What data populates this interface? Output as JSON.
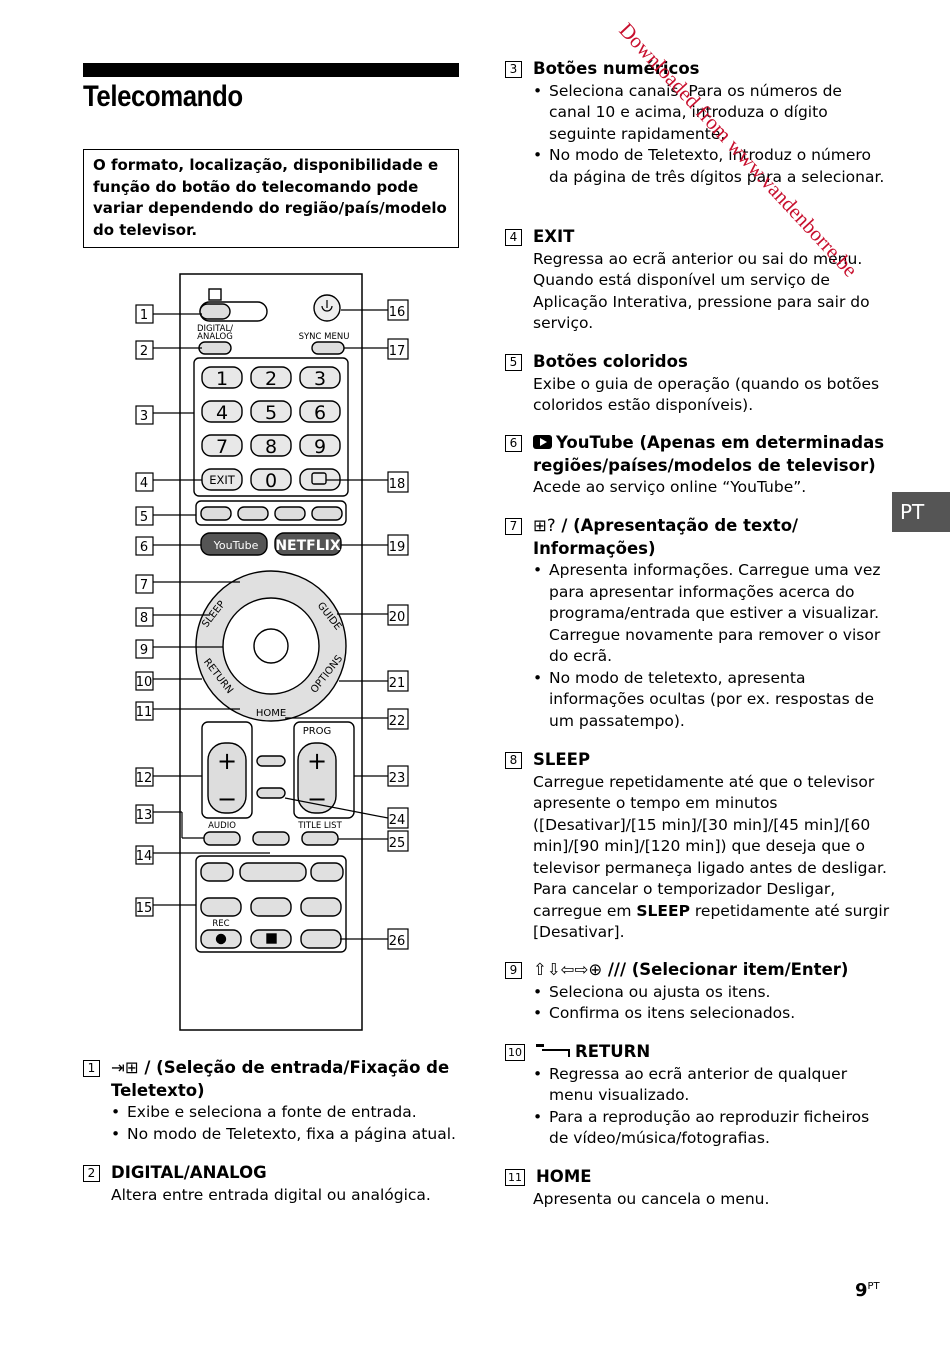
{
  "page": {
    "title": "Telecomando",
    "note": "O formato, localização, disponibilidade e função do botão do telecomando pode variar dependendo do região/país/modelo do televisor.",
    "language_tab": "PT",
    "page_number": "9",
    "page_number_suffix": "PT",
    "watermark": "Downloaded from www.vandenborre.be"
  },
  "remote": {
    "callouts_left": [
      "1",
      "2",
      "3",
      "4",
      "5",
      "6",
      "7",
      "8",
      "9",
      "10",
      "11",
      "12",
      "13",
      "14",
      "15"
    ],
    "callouts_right": [
      "16",
      "17",
      "18",
      "19",
      "20",
      "21",
      "22",
      "23",
      "24",
      "25",
      "26"
    ],
    "labels": {
      "digital_analog": "DIGITAL/ ANALOG",
      "digital_analog_l1": "DIGITAL/",
      "digital_analog_l2": "ANALOG",
      "sync_menu": "SYNC MENU",
      "exit": "EXIT",
      "youtube": "YouTube",
      "netflix": "NETFLIX",
      "sleep": "SLEEP",
      "guide": "GUIDE",
      "return": "RETURN",
      "options": "OPTIONS",
      "home": "HOME",
      "prog": "PROG",
      "audio": "AUDIO",
      "title_list": "TITLE LIST",
      "rec": "REC",
      "digits": [
        "1",
        "2",
        "3",
        "4",
        "5",
        "6",
        "7",
        "8",
        "9",
        "0"
      ]
    }
  },
  "left_sections": [
    {
      "num": "1",
      "heading": "/ (Seleção de entrada/Fixação de Teletexto)",
      "bullets": [
        "Exibe e seleciona a fonte de entrada.",
        "No modo de Teletexto, fixa a página atual."
      ]
    },
    {
      "num": "2",
      "heading": "DIGITAL/ANALOG",
      "text": "Altera entre entrada digital ou analógica."
    }
  ],
  "right_sections": [
    {
      "num": "3",
      "heading": "Botões numéricos",
      "bullets": [
        "Seleciona canais. Para os números de canal 10 e acima, introduza o dígito seguinte rapidamente.",
        "No modo de Teletexto, introduz o número da página de três dígitos para a selecionar."
      ]
    },
    {
      "num": "4",
      "heading": "EXIT",
      "text": "Regressa ao ecrã anterior ou sai do menu. Quando está disponível um serviço de Aplicação Interativa, pressione para sair do serviço."
    },
    {
      "num": "5",
      "heading": "Botões coloridos",
      "text": "Exibe o guia de operação (quando os botões coloridos estão disponíveis)."
    },
    {
      "num": "6",
      "heading": "YouTube (Apenas em determinadas regiões/países/modelos de televisor)",
      "text": "Acede ao serviço online “YouTube”."
    },
    {
      "num": "7",
      "heading": "/ (Apresentação de texto/ Informações)",
      "bullets": [
        "Apresenta informações. Carregue uma vez para apresentar informações acerca do programa/entrada que estiver a visualizar. Carregue novamente para remover o visor do ecrã.",
        "No modo de teletexto, apresenta informações ocultas (por ex. respostas de um passatempo)."
      ]
    },
    {
      "num": "8",
      "heading": "SLEEP",
      "text_before": "Carregue repetidamente até que o televisor apresente o tempo em minutos ([Desativar]/[15 min]/[30 min]/[45 min]/[60 min]/[90 min]/[120 min]) que deseja que o televisor permaneça ligado antes de desligar. Para cancelar o temporizador Desligar, carregue em ",
      "text_bold": "SLEEP",
      "text_after": " repetidamente até surgir [Desativar]."
    },
    {
      "num": "9",
      "heading": "/// (Selecionar item/Enter)",
      "bullets": [
        "Seleciona ou ajusta os itens.",
        "Confirma os itens selecionados."
      ]
    },
    {
      "num": "10",
      "heading": "RETURN",
      "bullets": [
        "Regressa ao ecrã anterior de qualquer menu visualizado.",
        "Para a reprodução ao reproduzir ficheiros de vídeo/música/fotografias."
      ]
    },
    {
      "num": "11",
      "heading": "HOME",
      "text": "Apresenta ou cancela o menu."
    }
  ]
}
